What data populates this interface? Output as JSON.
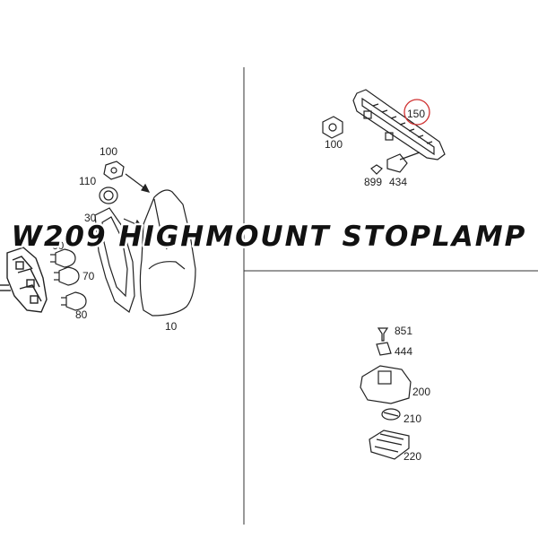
{
  "title": "W209 HIGHMOUNT STOPLAMP",
  "labels": {
    "l100a": "100",
    "l110": "110",
    "l30": "30",
    "l60": "60",
    "l70": "70",
    "l80": "80",
    "l10": "10",
    "l150": "150",
    "l100b": "100",
    "l899": "899",
    "l434": "434",
    "l851": "851",
    "l444": "444",
    "l200": "200",
    "l210": "210",
    "l220": "220"
  },
  "colors": {
    "highlight_circle": "#d03030",
    "line": "#222222"
  }
}
